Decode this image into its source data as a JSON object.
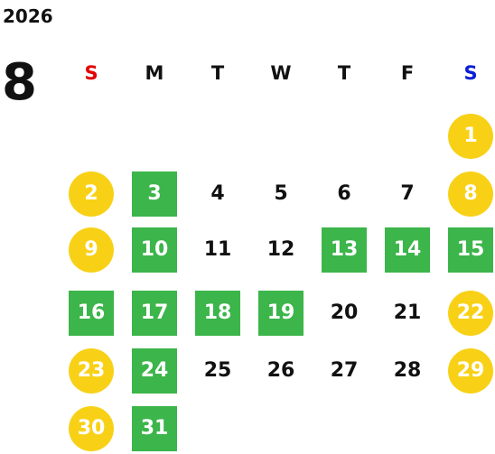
{
  "year": "2026",
  "month": "8",
  "weekdays": [
    {
      "label": "S",
      "color": "#e30000"
    },
    {
      "label": "M",
      "color": "#111111"
    },
    {
      "label": "T",
      "color": "#111111"
    },
    {
      "label": "W",
      "color": "#111111"
    },
    {
      "label": "T",
      "color": "#111111"
    },
    {
      "label": "F",
      "color": "#111111"
    },
    {
      "label": "S",
      "color": "#0a1fd6"
    }
  ],
  "colors": {
    "holiday_circle": "#f8d117",
    "highlight_square": "#3cb54a"
  },
  "weeks": [
    [
      null,
      null,
      null,
      null,
      null,
      null,
      {
        "day": "1",
        "style": "yellow"
      }
    ],
    [
      {
        "day": "2",
        "style": "yellow"
      },
      {
        "day": "3",
        "style": "green"
      },
      {
        "day": "4",
        "style": "plain"
      },
      {
        "day": "5",
        "style": "plain"
      },
      {
        "day": "6",
        "style": "plain"
      },
      {
        "day": "7",
        "style": "plain"
      },
      {
        "day": "8",
        "style": "yellow"
      }
    ],
    [
      {
        "day": "9",
        "style": "yellow"
      },
      {
        "day": "10",
        "style": "green"
      },
      {
        "day": "11",
        "style": "plain"
      },
      {
        "day": "12",
        "style": "plain"
      },
      {
        "day": "13",
        "style": "green"
      },
      {
        "day": "14",
        "style": "green"
      },
      {
        "day": "15",
        "style": "green"
      }
    ],
    [
      {
        "day": "16",
        "style": "green"
      },
      {
        "day": "17",
        "style": "green"
      },
      {
        "day": "18",
        "style": "green"
      },
      {
        "day": "19",
        "style": "green"
      },
      {
        "day": "20",
        "style": "plain"
      },
      {
        "day": "21",
        "style": "plain"
      },
      {
        "day": "22",
        "style": "yellow"
      }
    ],
    [
      {
        "day": "23",
        "style": "yellow"
      },
      {
        "day": "24",
        "style": "green"
      },
      {
        "day": "25",
        "style": "plain"
      },
      {
        "day": "26",
        "style": "plain"
      },
      {
        "day": "27",
        "style": "plain"
      },
      {
        "day": "28",
        "style": "plain"
      },
      {
        "day": "29",
        "style": "yellow"
      }
    ],
    [
      {
        "day": "30",
        "style": "yellow"
      },
      {
        "day": "31",
        "style": "green"
      },
      null,
      null,
      null,
      null,
      null
    ]
  ]
}
